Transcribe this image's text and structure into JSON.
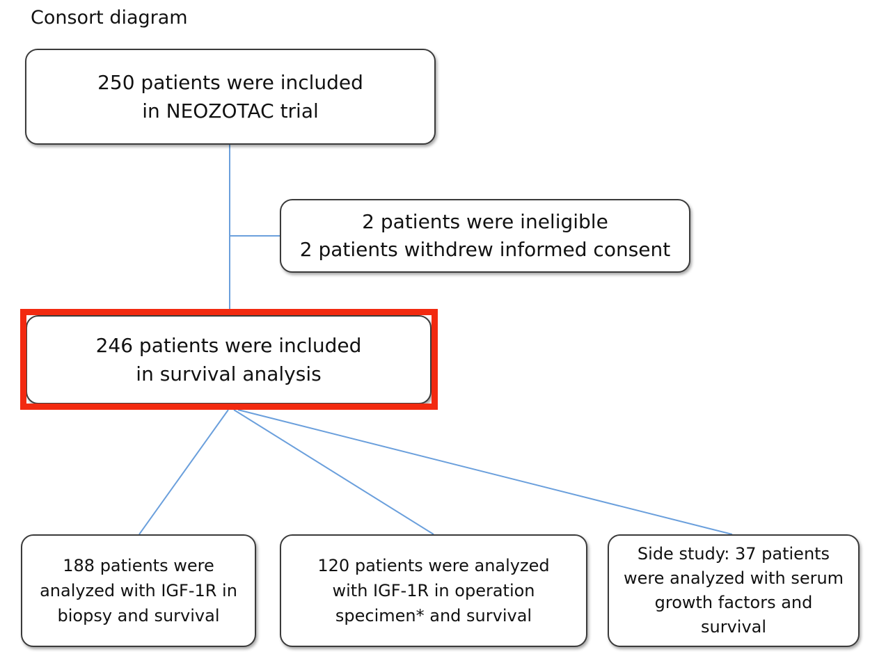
{
  "diagram": {
    "title": "Consort diagram",
    "boxes": {
      "trial": {
        "lines": [
          "250 patients were included",
          "in NEOZOTAC trial"
        ]
      },
      "excluded": {
        "lines": [
          "2 patients were ineligible",
          "2 patients withdrew informed consent"
        ]
      },
      "survival": {
        "lines": [
          "246 patients were included",
          "in survival analysis"
        ],
        "highlighted": true
      },
      "biopsy": {
        "lines": [
          "188 patients were",
          "analyzed with IGF-1R in",
          "biopsy  and survival"
        ]
      },
      "operation": {
        "lines": [
          "120 patients were analyzed",
          "with IGF-1R in operation",
          "specimen* and survival"
        ]
      },
      "side": {
        "lines": [
          "Side study: 37 patients",
          "were analyzed with serum",
          "growth factors and",
          "survival"
        ]
      }
    },
    "colors": {
      "connector": "#6a9fdc",
      "box_border": "#3a3a3a",
      "highlight": "#f22a10"
    }
  }
}
